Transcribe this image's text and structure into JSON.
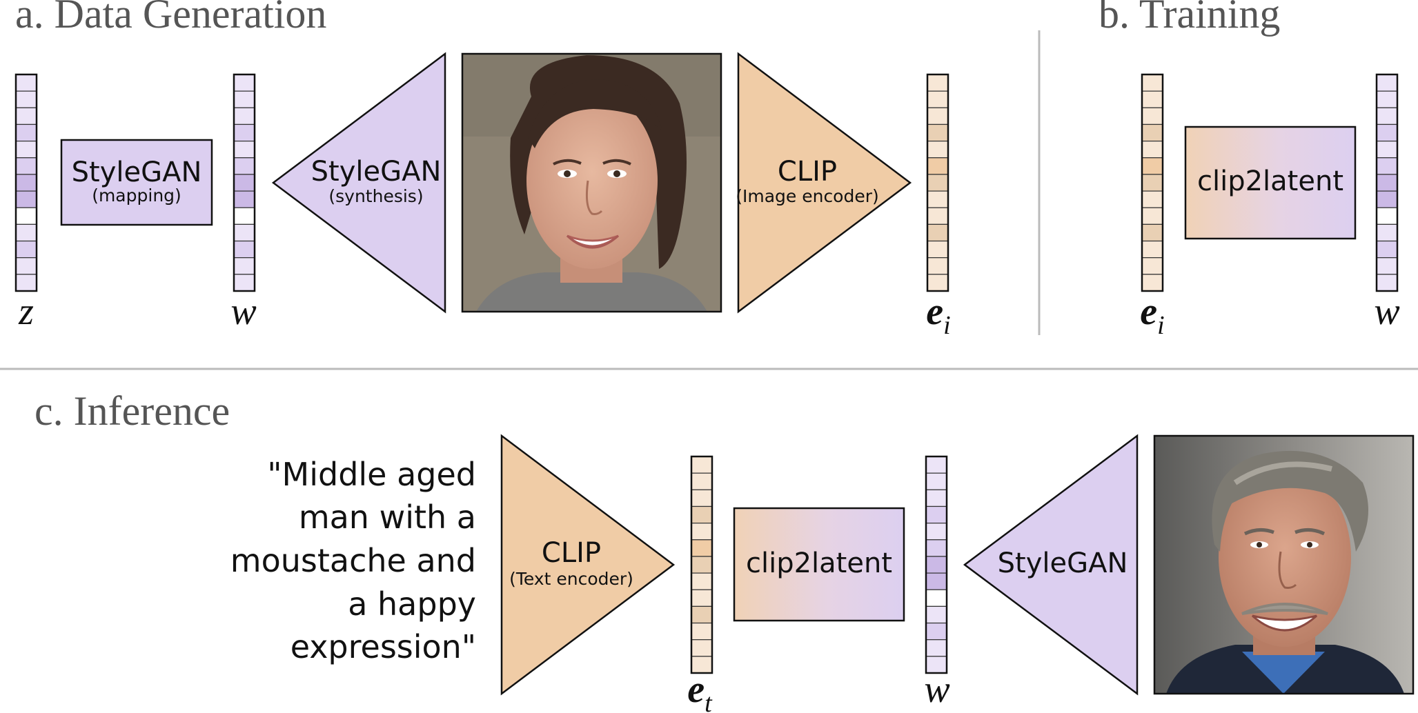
{
  "sections": {
    "data_generation": {
      "title": "a. Data Generation"
    },
    "training": {
      "title": "b. Training"
    },
    "inference": {
      "title": "c. Inference"
    }
  },
  "colors": {
    "purple": "#dccff0",
    "purple_dark": "#cbb9e6",
    "purple_light": "#ece4f7",
    "peach": "#f0cca6",
    "peach_dark": "#e9d0b4",
    "peach_light": "#f7e7d6",
    "divider": "#bbbbbb",
    "stroke": "#111111"
  },
  "data_generation": {
    "z_label": "z",
    "w_label": "w",
    "mapping_block": {
      "title": "StyleGAN",
      "subtitle": "(mapping)"
    },
    "synthesis_block": {
      "title": "StyleGAN",
      "subtitle": "(synthesis)"
    },
    "generated_image": "face-photo-woman",
    "clip_image_block": {
      "title": "CLIP",
      "subtitle": "(Image encoder)"
    },
    "ei_label": "e",
    "ei_sub": "i"
  },
  "training": {
    "ei_label": "e",
    "ei_sub": "i",
    "model_block": "clip2latent",
    "w_label": "w"
  },
  "inference": {
    "prompt_lines": [
      "\"Middle aged",
      "man with a",
      "moustache and",
      "a happy",
      "expression\""
    ],
    "clip_text_block": {
      "title": "CLIP",
      "subtitle": "(Text encoder)"
    },
    "et_label": "e",
    "et_sub": "t",
    "model_block": "clip2latent",
    "w_label": "w",
    "stylegan_block": "StyleGAN",
    "output_image": "face-photo-man-moustache"
  }
}
